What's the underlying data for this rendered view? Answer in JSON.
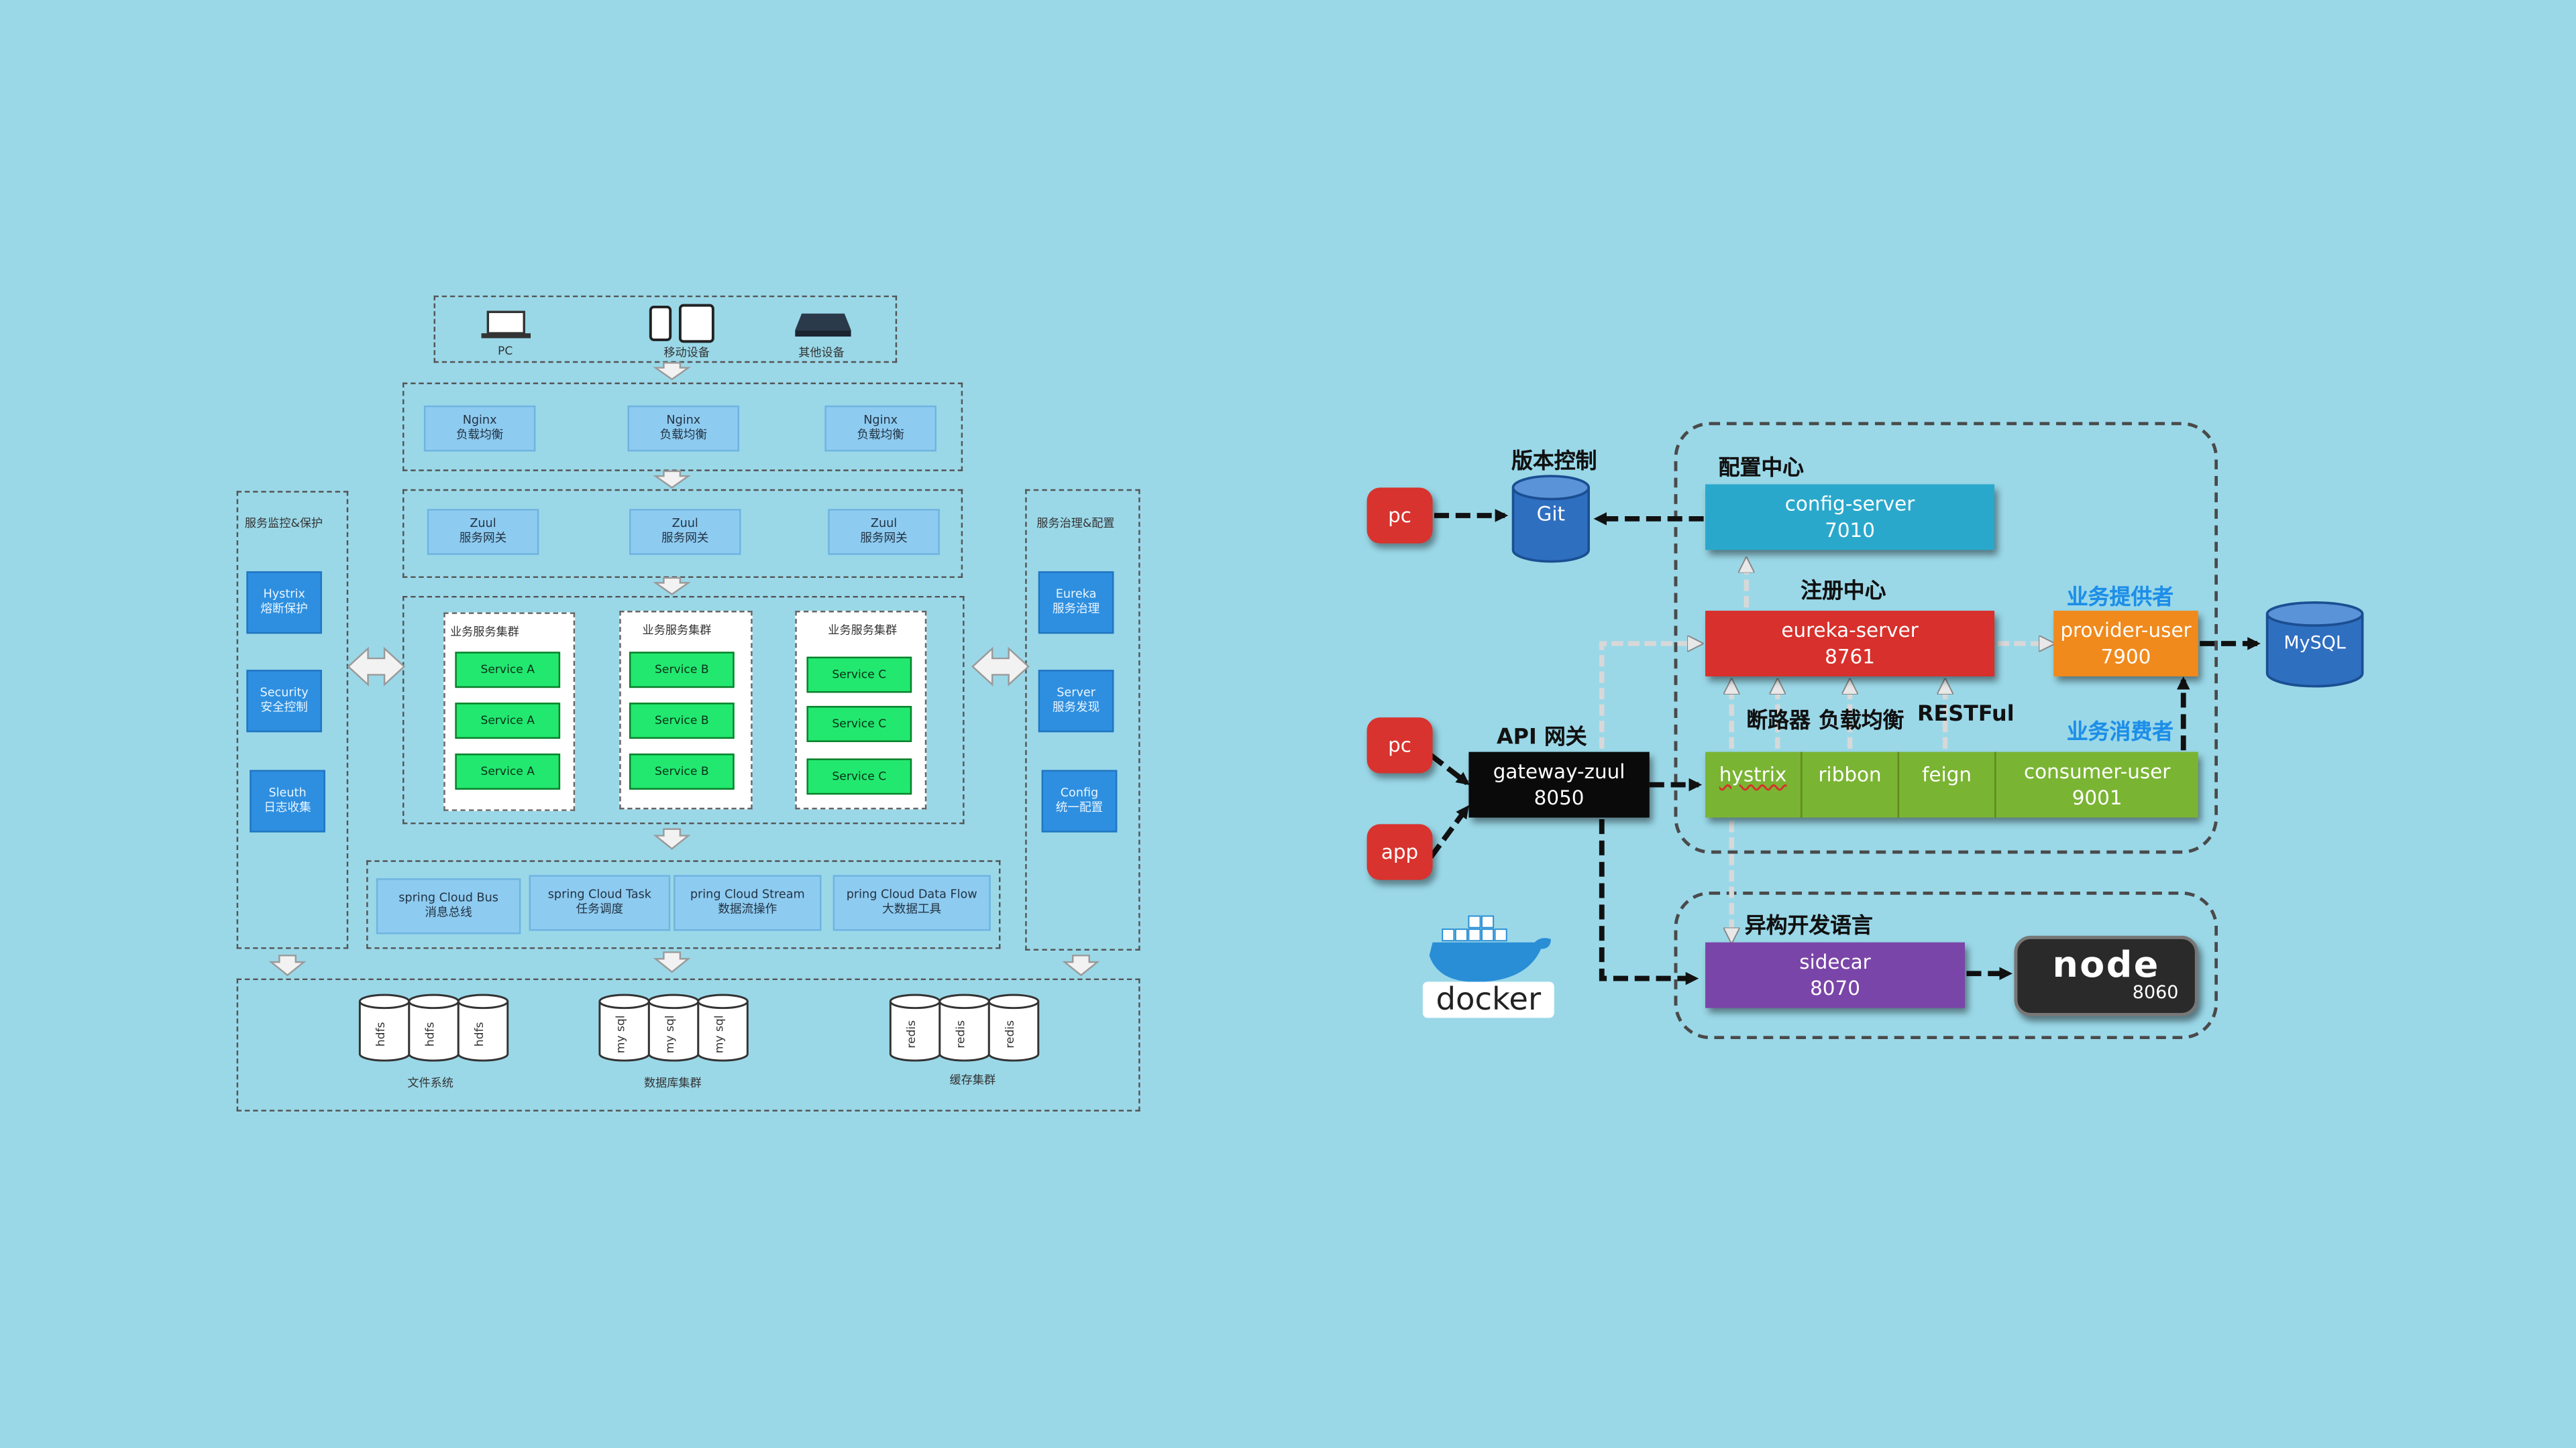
{
  "left": {
    "devices": {
      "pc": "PC",
      "mobile": "移动设备",
      "other": "其他设备"
    },
    "nginx": [
      {
        "title": "Nginx",
        "sub": "负载均衡"
      },
      {
        "title": "Nginx",
        "sub": "负载均衡"
      },
      {
        "title": "Nginx",
        "sub": "负载均衡"
      }
    ],
    "zuul": [
      {
        "title": "Zuul",
        "sub": "服务网关"
      },
      {
        "title": "Zuul",
        "sub": "服务网关"
      },
      {
        "title": "Zuul",
        "sub": "服务网关"
      }
    ],
    "monitor_title": "服务监控&保护",
    "monitor": [
      {
        "title": "Hystrix",
        "sub": "熔断保护"
      },
      {
        "title": "Security",
        "sub": "安全控制"
      },
      {
        "title": "Sleuth",
        "sub": "日志收集"
      }
    ],
    "governance_title": "服务治理&配置",
    "governance": [
      {
        "title": "Eureka",
        "sub": "服务治理"
      },
      {
        "title": "Server",
        "sub": "服务发现"
      },
      {
        "title": "Config",
        "sub": "统一配置"
      }
    ],
    "clusters": [
      {
        "title": "业务服务集群",
        "services": [
          "Service A",
          "Service A",
          "Service A"
        ]
      },
      {
        "title": "业务服务集群",
        "services": [
          "Service B",
          "Service B",
          "Service B"
        ]
      },
      {
        "title": "业务服务集群",
        "services": [
          "Service C",
          "Service C",
          "Service C"
        ]
      }
    ],
    "bus": [
      {
        "title": "spring Cloud Bus",
        "sub": "消息总线"
      },
      {
        "title": "spring Cloud Task",
        "sub": "任务调度"
      },
      {
        "title": "pring Cloud Stream",
        "sub": "数据流操作"
      },
      {
        "title": "pring Cloud Data Flow",
        "sub": "大数据工具"
      }
    ],
    "storage": [
      {
        "label": "文件系统",
        "items": [
          "hdfs",
          "hdfs",
          "hdfs"
        ]
      },
      {
        "label": "数据库集群",
        "items": [
          "my sql",
          "my sql",
          "my sql"
        ]
      },
      {
        "label": "缓存集群",
        "items": [
          "redis",
          "redis",
          "redis"
        ]
      }
    ]
  },
  "right": {
    "headings": {
      "version_control": "版本控制",
      "config_center": "配置中心",
      "registry": "注册中心",
      "provider": "业务提供者",
      "consumer": "业务消费者",
      "api_gateway": "API 网关",
      "circuit_breaker": "断路器",
      "load_balance": "负载均衡",
      "restful": "RESTFul",
      "polyglot": "异构开发语言"
    },
    "clients": {
      "pc1": "pc",
      "pc2": "pc",
      "app": "app"
    },
    "git": "Git",
    "config_server": {
      "name": "config-server",
      "port": "7010"
    },
    "eureka_server": {
      "name": "eureka-server",
      "port": "8761"
    },
    "provider_user": {
      "name": "provider-user",
      "port": "7900"
    },
    "mysql": "MySQL",
    "gateway": {
      "name": "gateway-zuul",
      "port": "8050"
    },
    "consumer_bar": {
      "hystrix": "hystrix",
      "ribbon": "ribbon",
      "feign": "feign"
    },
    "consumer_user": {
      "name": "consumer-user",
      "port": "9001"
    },
    "sidecar": {
      "name": "sidecar",
      "port": "8070"
    },
    "node": {
      "logo": "node",
      "port": "8060"
    },
    "docker": "docker",
    "colors": {
      "config": "#2aa8cc",
      "eureka": "#d8302c",
      "provider": "#f08a1c",
      "mysql": "#2f6fc0",
      "gateway": "#0a0a0a",
      "consumer": "#7ab433",
      "sidecar": "#7a45a8",
      "client": "#d8332e",
      "git": "#2f6fc0"
    }
  }
}
